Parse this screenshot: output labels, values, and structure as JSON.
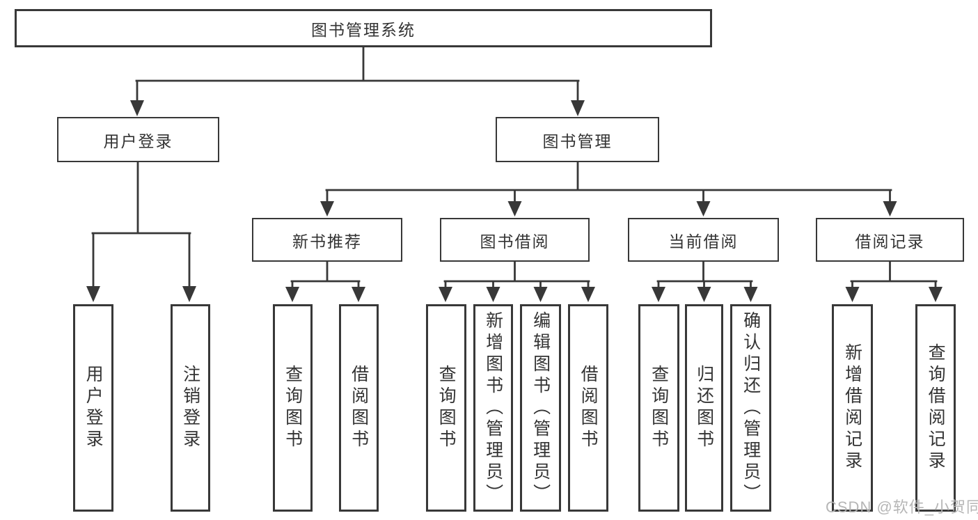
{
  "diagram": {
    "root": {
      "label": "图书管理系统"
    },
    "branches": {
      "user_login": {
        "label": "用户登录",
        "children": [
          {
            "label": "用户登录"
          },
          {
            "label": "注销登录"
          }
        ]
      },
      "book_management": {
        "label": "图书管理",
        "children": [
          {
            "label": "新书推荐",
            "children": [
              {
                "label": "查询图书"
              },
              {
                "label": "借阅图书"
              }
            ]
          },
          {
            "label": "图书借阅",
            "children": [
              {
                "label": "查询图书"
              },
              {
                "label": "新增图书（管理员）"
              },
              {
                "label": "编辑图书（管理员）"
              },
              {
                "label": "借阅图书"
              }
            ]
          },
          {
            "label": "当前借阅",
            "children": [
              {
                "label": "查询图书"
              },
              {
                "label": "归还图书"
              },
              {
                "label": "确认归还（管理员）"
              }
            ]
          },
          {
            "label": "借阅记录",
            "children": [
              {
                "label": "新增借阅记录"
              },
              {
                "label": "查询借阅记录"
              }
            ]
          }
        ]
      }
    }
  },
  "watermark": "CSDN @软件_小贺同学",
  "colors": {
    "line": "#383838",
    "text": "#333333",
    "background": "#ffffff",
    "watermark": "#b2b2b2"
  }
}
